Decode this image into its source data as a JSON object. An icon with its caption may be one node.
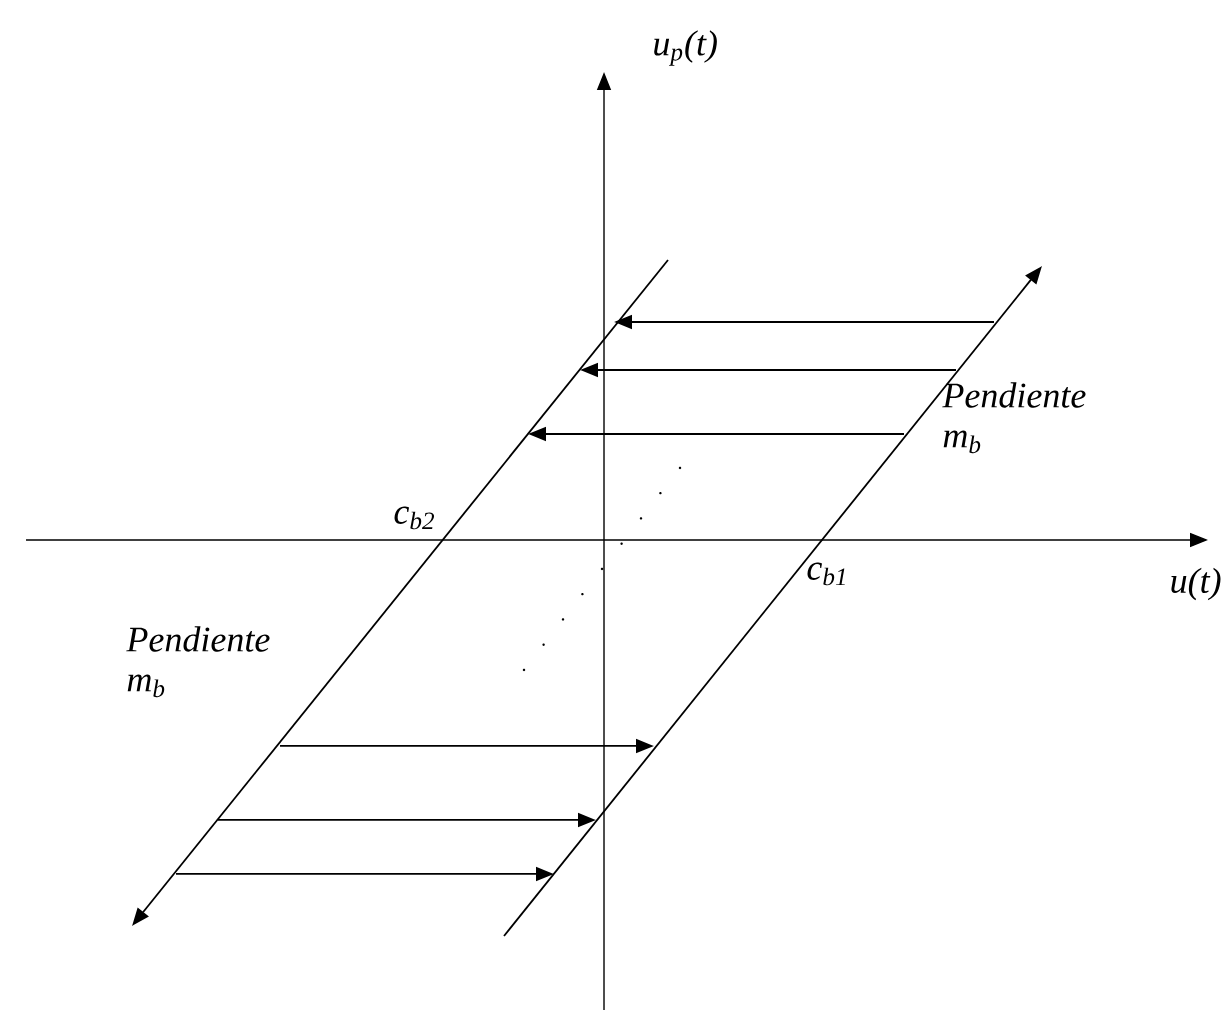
{
  "diagram": {
    "labels": [
      "u$_{p}$(t)",
      "c$_{b2}$",
      "u(t)",
      "c$_{b1}$",
      "Pendiente m$_{b}$",
      "Pendiente m$_{b}$"
    ]
  }
}
